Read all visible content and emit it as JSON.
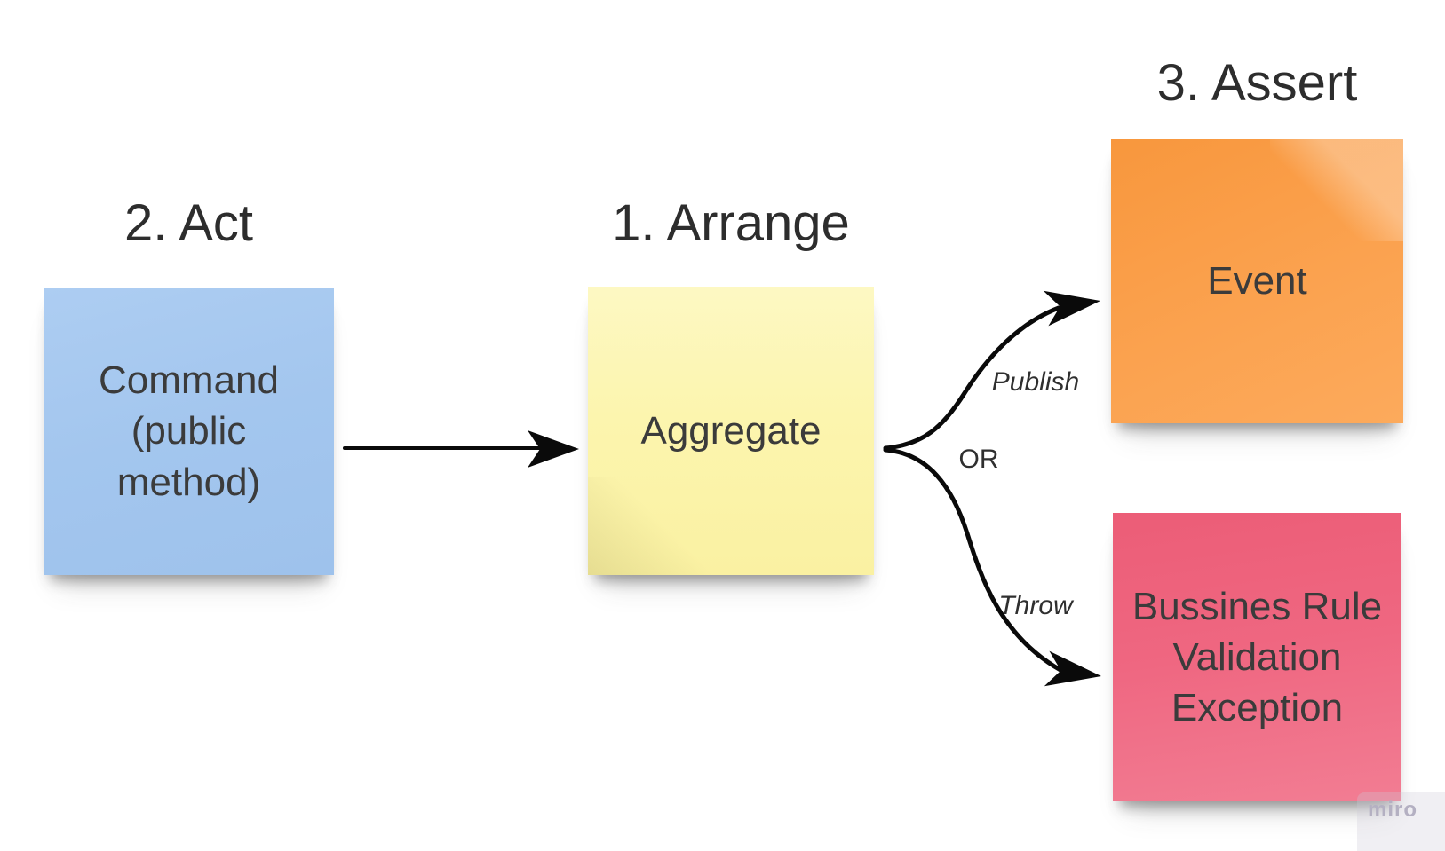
{
  "board": {
    "headings": {
      "arrange": "1. Arrange",
      "act": "2. Act",
      "assert": "3. Assert"
    },
    "notes": {
      "command": {
        "text": "Command\n(public\nmethod)",
        "color": "#a3c6ee"
      },
      "aggregate": {
        "text": "Aggregate",
        "color": "#fcf5ae"
      },
      "event": {
        "text": "Event",
        "color": "#fba24f"
      },
      "exception": {
        "text": "Bussines Rule\nValidation\nException",
        "color": "#ee6680"
      }
    },
    "connector_labels": {
      "publish": "Publish",
      "or": "OR",
      "throw": "Throw"
    },
    "arrow_color": "#0a0a0a",
    "watermark": "miro"
  }
}
